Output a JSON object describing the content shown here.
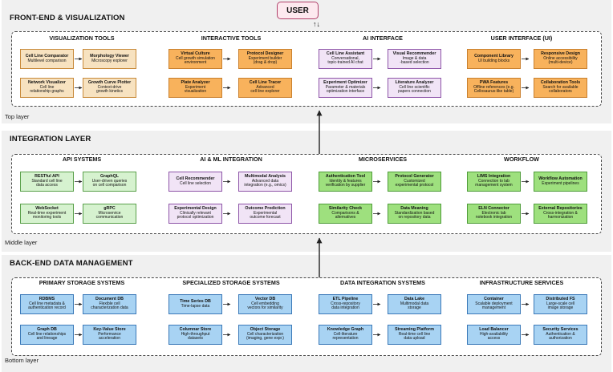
{
  "user": {
    "label": "USER",
    "io_glyph": "↑↓"
  },
  "colors": {
    "tan": {
      "fill": "#f7e2c0",
      "border": "#c88a3a"
    },
    "orange": {
      "fill": "#f8b25c",
      "border": "#c9802e"
    },
    "purple": {
      "fill": "#f1e4f6",
      "border": "#8e55a8"
    },
    "green_light": {
      "fill": "#d6f2cf",
      "border": "#5aa04a"
    },
    "green": {
      "fill": "#9ee07e",
      "border": "#4f9c3a"
    },
    "blue": {
      "fill": "#a8d3f3",
      "border": "#3b79b8"
    },
    "layer_bg": "#f0f0f0",
    "user_border": "#b0406a",
    "user_fill": "#fde9ef"
  },
  "layers": [
    {
      "title": "FRONT-END & VISUALIZATION",
      "footer": "Top layer",
      "groups": [
        {
          "title": "VISUALIZATION TOOLS",
          "boxes": [
            {
              "title": "Cell Line Comparator",
              "sub": [
                "Multilevel comparison"
              ],
              "color": "tan"
            },
            {
              "title": "Morphology Viewer",
              "sub": [
                "Microscopy explorer"
              ],
              "color": "tan"
            },
            {
              "title": "Network Visualizer",
              "sub": [
                "Cell line",
                "relationship graphs"
              ],
              "color": "tan"
            },
            {
              "title": "Growth Curve Plotter",
              "sub": [
                "Context-drive",
                "growth kinetics"
              ],
              "color": "tan"
            }
          ]
        },
        {
          "title": "INTERACTIVE TOOLS",
          "boxes": [
            {
              "title": "Virtual Culture",
              "sub": [
                "Cell growth simulation",
                "environment"
              ],
              "color": "orange"
            },
            {
              "title": "Protocol Designer",
              "sub": [
                "Experiment builder",
                "(drag & drop)"
              ],
              "color": "orange"
            },
            {
              "title": "Plate Analyzer",
              "sub": [
                "Experiment",
                "visualization"
              ],
              "color": "orange"
            },
            {
              "title": "Cell Line Tracer",
              "sub": [
                "Advanced",
                "cell line explorer"
              ],
              "color": "orange"
            }
          ]
        },
        {
          "title": "AI INTERFACE",
          "boxes": [
            {
              "title": "Cell Line Assistant",
              "sub": [
                "Conversational,",
                "topic-trained AI chat"
              ],
              "color": "purple"
            },
            {
              "title": "Visual Recommender",
              "sub": [
                "Image & data",
                "-based selection"
              ],
              "color": "purple"
            },
            {
              "title": "Experiment Optimizer",
              "sub": [
                "Parameter & materials",
                "optimization interface"
              ],
              "color": "purple"
            },
            {
              "title": "Literature Analyzer",
              "sub": [
                "Cell line scientific",
                "papers connection"
              ],
              "color": "purple"
            }
          ]
        },
        {
          "title": "USER INTERFACE (UI)",
          "boxes": [
            {
              "title": "Component Library",
              "sub": [
                "UI building blocks"
              ],
              "color": "orange"
            },
            {
              "title": "Responsive Design",
              "sub": [
                "Online accessibility",
                "(multi-device)"
              ],
              "color": "orange"
            },
            {
              "title": "PWA Features",
              "sub": [
                "Offline references (e.g.",
                "Cellosaurus-like table)"
              ],
              "color": "orange"
            },
            {
              "title": "Collaboration Tools",
              "sub": [
                "Search for available",
                "collaborators"
              ],
              "color": "orange"
            }
          ]
        }
      ]
    },
    {
      "title": "INTEGRATION LAYER",
      "footer": "Middle layer",
      "groups": [
        {
          "title": "API SYSTEMS",
          "boxes": [
            {
              "title": "RESTful API",
              "sub": [
                "Standard cell line",
                "data access"
              ],
              "color": "green_light"
            },
            {
              "title": "GraphQL",
              "sub": [
                "User-driven queries",
                "on cell comparison"
              ],
              "color": "green_light"
            },
            {
              "title": "WebSocket",
              "sub": [
                "Real-time experiment",
                "monitoring tools"
              ],
              "color": "green_light"
            },
            {
              "title": "gRPC",
              "sub": [
                "Microservice",
                "communication"
              ],
              "color": "green_light"
            }
          ]
        },
        {
          "title": "AI & ML INTEGRATION",
          "boxes": [
            {
              "title": "Cell Recommender",
              "sub": [
                "Cell line selection"
              ],
              "color": "purple"
            },
            {
              "title": "Multimodal Analysis",
              "sub": [
                "Advanced data",
                "integration (e.g., omics)"
              ],
              "color": "purple"
            },
            {
              "title": "Experimental Design",
              "sub": [
                "Clinically relevant",
                "protocol optimization"
              ],
              "color": "purple"
            },
            {
              "title": "Outcome Prediction",
              "sub": [
                "Experimental",
                "outcome forecast"
              ],
              "color": "purple"
            }
          ]
        },
        {
          "title": "MICROSERVICES",
          "boxes": [
            {
              "title": "Authentication Tool",
              "sub": [
                "Identity & features",
                "verification by supplier"
              ],
              "color": "green"
            },
            {
              "title": "Protocol Generator",
              "sub": [
                "Customized",
                "experimental protocol"
              ],
              "color": "green"
            },
            {
              "title": "Similarity Check",
              "sub": [
                "Comparisons &",
                "alternatives"
              ],
              "color": "green"
            },
            {
              "title": "Data Meaning",
              "sub": [
                "Standardization based",
                "on repository data"
              ],
              "color": "green"
            }
          ]
        },
        {
          "title": "WORKFLOW",
          "boxes": [
            {
              "title": "LIMS Integration",
              "sub": [
                "Connection to lab",
                "management system"
              ],
              "color": "green"
            },
            {
              "title": "Workflow Automation",
              "sub": [
                "Experiment pipelines"
              ],
              "color": "green"
            },
            {
              "title": "ELN Connector",
              "sub": [
                "Electronic lab",
                "notebook integration"
              ],
              "color": "green"
            },
            {
              "title": "External Repositories",
              "sub": [
                "Cross-integration &",
                "harmonization"
              ],
              "color": "green"
            }
          ]
        }
      ]
    },
    {
      "title": "BACK-END DATA MANAGEMENT",
      "footer": "Bottom layer",
      "groups": [
        {
          "title": "PRIMARY STORAGE SYSTEMS",
          "boxes": [
            {
              "title": "RDBMS",
              "sub": [
                "Cell line metadata &",
                "authentication record"
              ],
              "color": "blue"
            },
            {
              "title": "Document DB",
              "sub": [
                "Flexible cell",
                "characterization data"
              ],
              "color": "blue"
            },
            {
              "title": "Graph DB",
              "sub": [
                "Cell line relationships",
                "and lineage"
              ],
              "color": "blue"
            },
            {
              "title": "Key-Value Store",
              "sub": [
                "Performance",
                "acceleration"
              ],
              "color": "blue"
            }
          ]
        },
        {
          "title": "SPECIALIZED STORAGE SYSTEMS",
          "boxes": [
            {
              "title": "Time Series DB",
              "sub": [
                "Time-lapse data"
              ],
              "color": "blue"
            },
            {
              "title": "Vector DB",
              "sub": [
                "Cell embedding",
                "vectors for similarity"
              ],
              "color": "blue"
            },
            {
              "title": "Columnar Store",
              "sub": [
                "High-throughput",
                "datasets"
              ],
              "color": "blue"
            },
            {
              "title": "Object Storage",
              "sub": [
                "Cell characterization",
                "(imaging, gene expr.)"
              ],
              "color": "blue"
            }
          ]
        },
        {
          "title": "DATA INTEGRATION SYSTEMS",
          "boxes": [
            {
              "title": "ETL Pipeline",
              "sub": [
                "Cross-repository",
                "data integration"
              ],
              "color": "blue"
            },
            {
              "title": "Data Lake",
              "sub": [
                "Multimodal data",
                "storage"
              ],
              "color": "blue"
            },
            {
              "title": "Knowledge Graph",
              "sub": [
                "Cell-literature",
                "representation"
              ],
              "color": "blue"
            },
            {
              "title": "Streaming Platform",
              "sub": [
                "Real-time cell line",
                "data upload"
              ],
              "color": "blue"
            }
          ]
        },
        {
          "title": "INFRASTRUCTURE SERVICES",
          "boxes": [
            {
              "title": "Container",
              "sub": [
                "Scalable deployment",
                "management"
              ],
              "color": "blue"
            },
            {
              "title": "Distributed FS",
              "sub": [
                "Large-scale cell",
                "image storage"
              ],
              "color": "blue"
            },
            {
              "title": "Load Balancer",
              "sub": [
                "High-availability",
                "access"
              ],
              "color": "blue"
            },
            {
              "title": "Security Services",
              "sub": [
                "Authentication &",
                "authorization"
              ],
              "color": "blue"
            }
          ]
        }
      ]
    }
  ]
}
